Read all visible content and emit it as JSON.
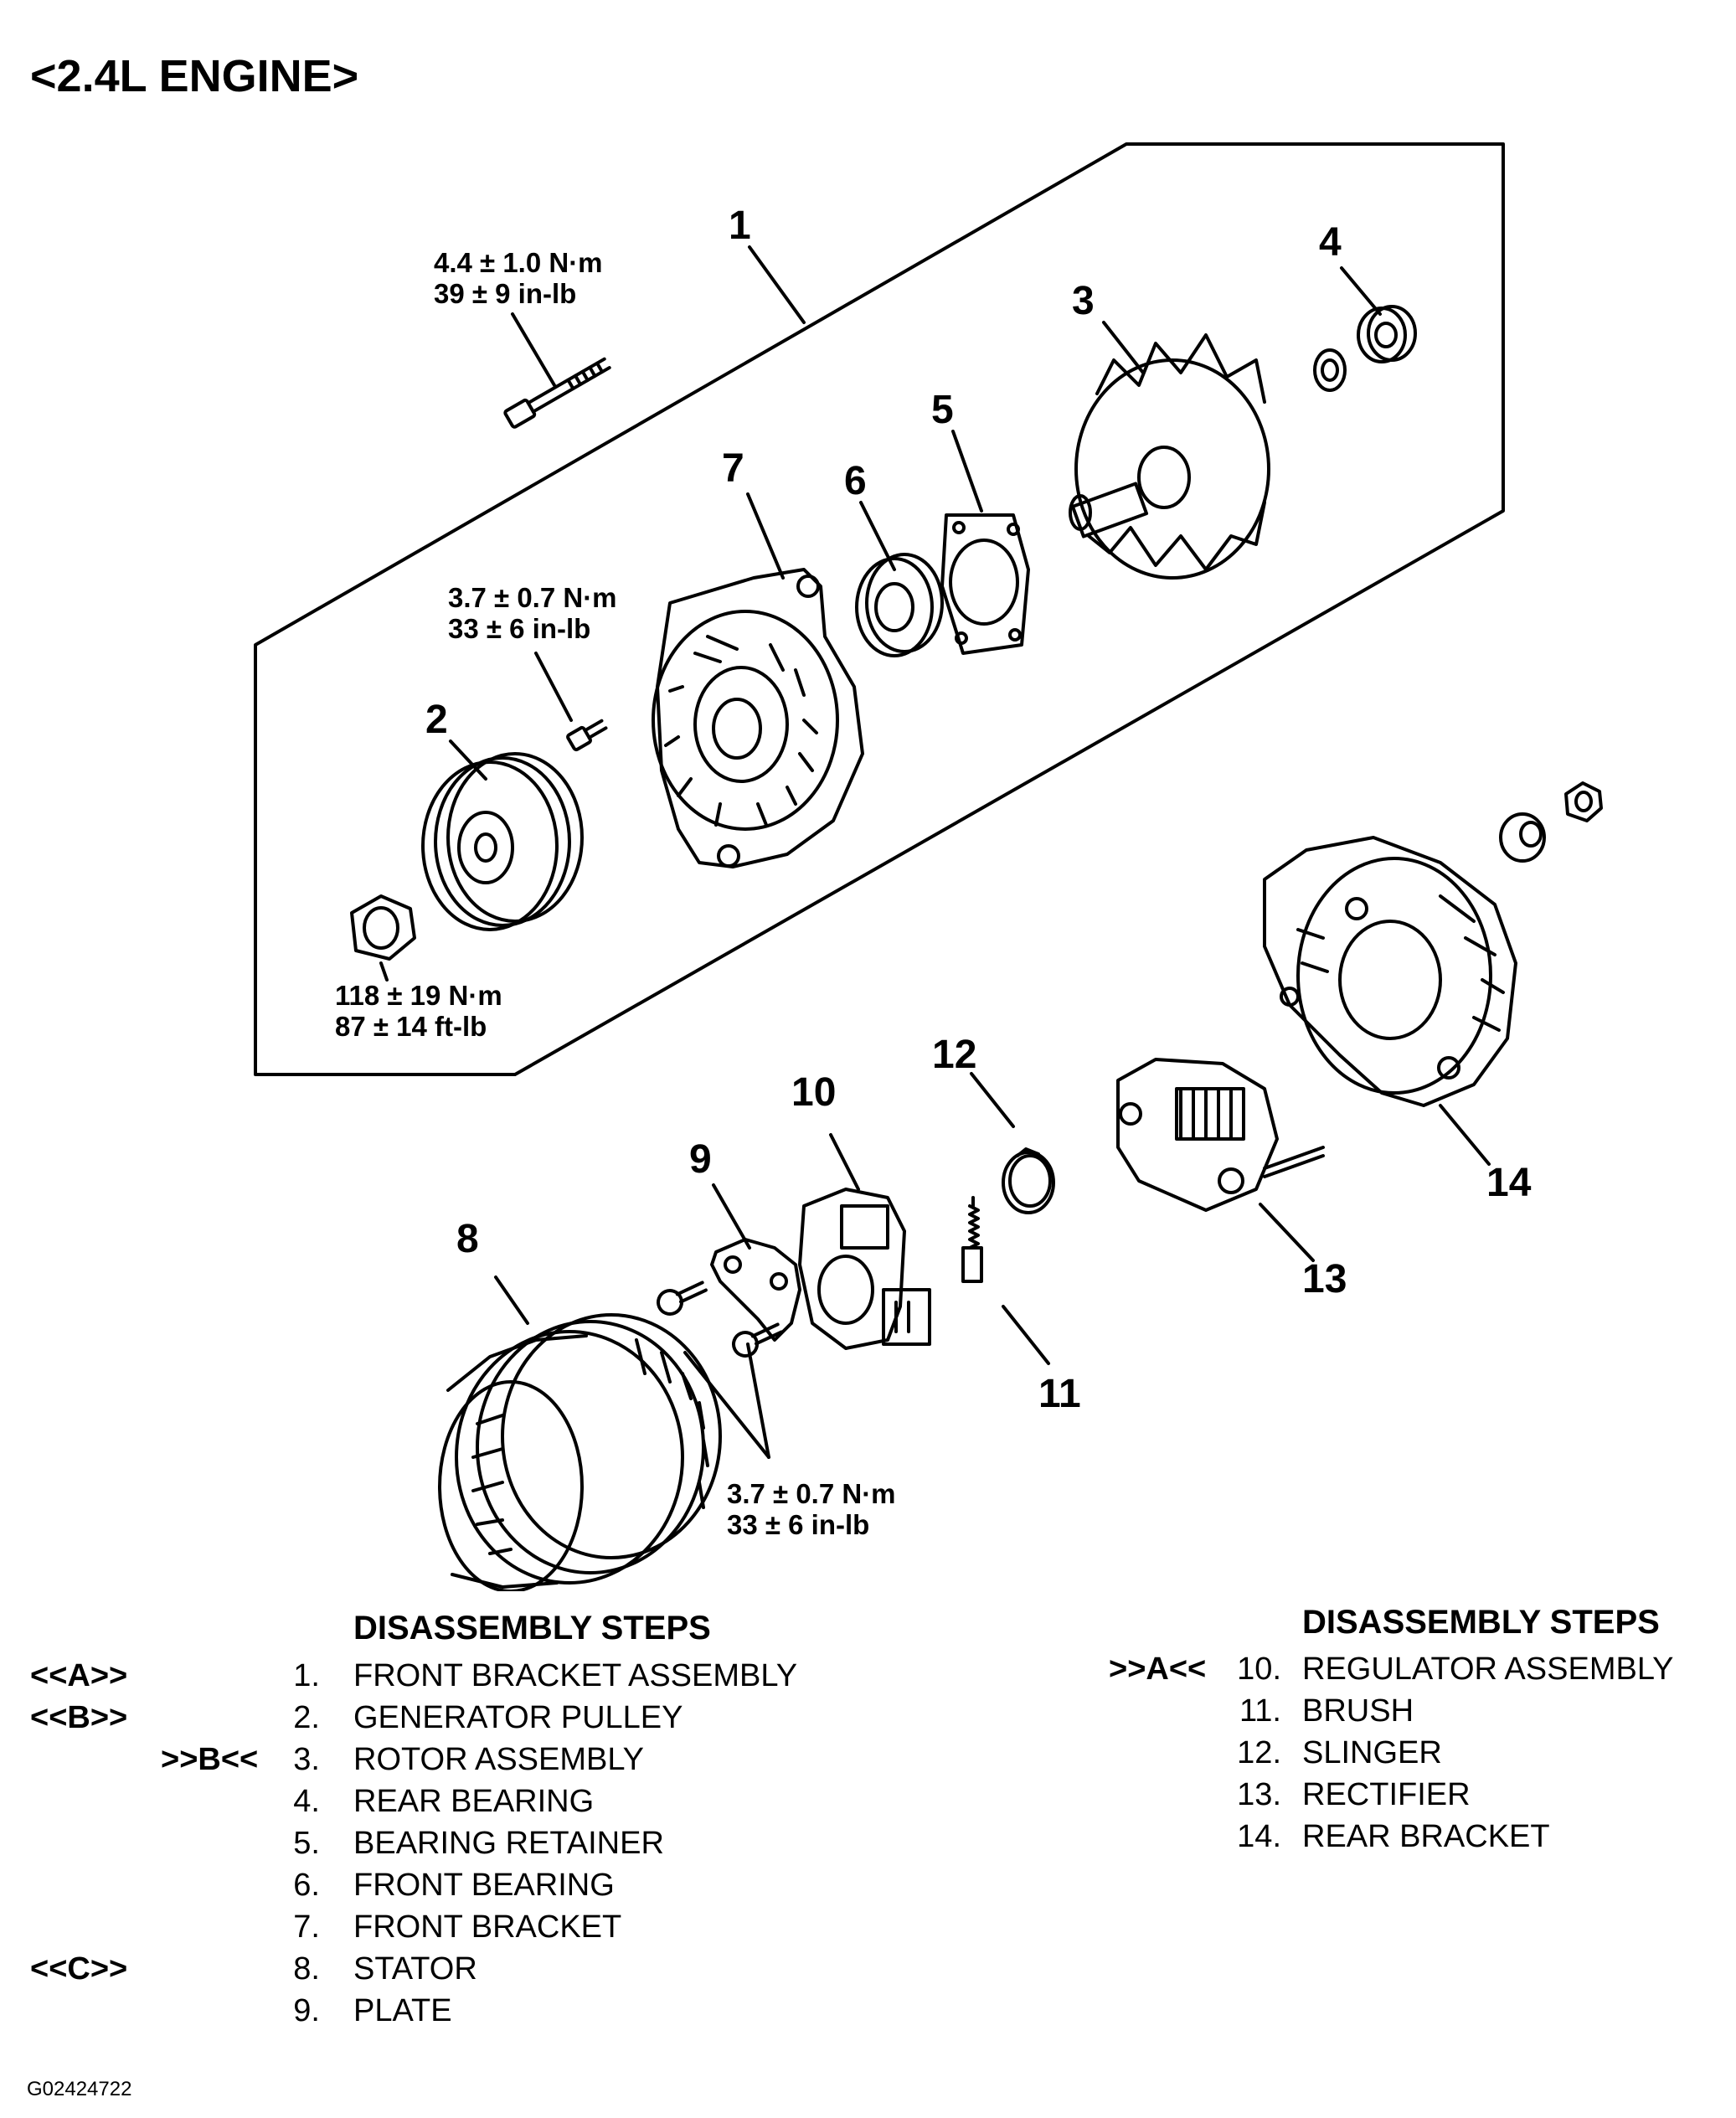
{
  "title": "<2.4L ENGINE>",
  "callouts": [
    "1",
    "2",
    "3",
    "4",
    "5",
    "6",
    "7",
    "8",
    "9",
    "10",
    "11",
    "12",
    "13",
    "14"
  ],
  "torque": {
    "t1": [
      "4.4 ± 1.0  N·m",
      "39 ± 9 in-lb"
    ],
    "t2": [
      "3.7 ± 0.7 N·m",
      "33 ± 6 in-lb"
    ],
    "t3": [
      "118 ± 19 N·m",
      "87 ± 14 ft-lb"
    ],
    "t4": [
      "3.7 ± 0.7 N·m",
      "33 ± 6 in-lb"
    ]
  },
  "steps_left": {
    "heading": "DISASSEMBLY STEPS",
    "rows": [
      {
        "ref": "<<A>>",
        "num": "1.",
        "name": "FRONT BRACKET ASSEMBLY"
      },
      {
        "ref": "<<B>>",
        "num": "2.",
        "name": "GENERATOR PULLEY"
      },
      {
        "ref": ">>B<<",
        "num": "3.",
        "name": "ROTOR ASSEMBLY"
      },
      {
        "ref": "",
        "num": "4.",
        "name": "REAR BEARING"
      },
      {
        "ref": "",
        "num": "5.",
        "name": "BEARING RETAINER"
      },
      {
        "ref": "",
        "num": "6.",
        "name": "FRONT BEARING"
      },
      {
        "ref": "",
        "num": "7.",
        "name": "FRONT BRACKET"
      },
      {
        "ref": "<<C>>",
        "num": "8.",
        "name": "STATOR"
      },
      {
        "ref": "",
        "num": "9.",
        "name": "PLATE"
      }
    ]
  },
  "steps_right": {
    "heading": "DISASSEMBLY STEPS",
    "rows": [
      {
        "ref": ">>A<<",
        "num": "10.",
        "name": "REGULATOR ASSEMBLY"
      },
      {
        "ref": "",
        "num": "11.",
        "name": "BRUSH"
      },
      {
        "ref": "",
        "num": "12.",
        "name": "SLINGER"
      },
      {
        "ref": "",
        "num": "13.",
        "name": "RECTIFIER"
      },
      {
        "ref": "",
        "num": "14.",
        "name": "REAR BRACKET"
      }
    ]
  },
  "figure_code": "G02424722"
}
